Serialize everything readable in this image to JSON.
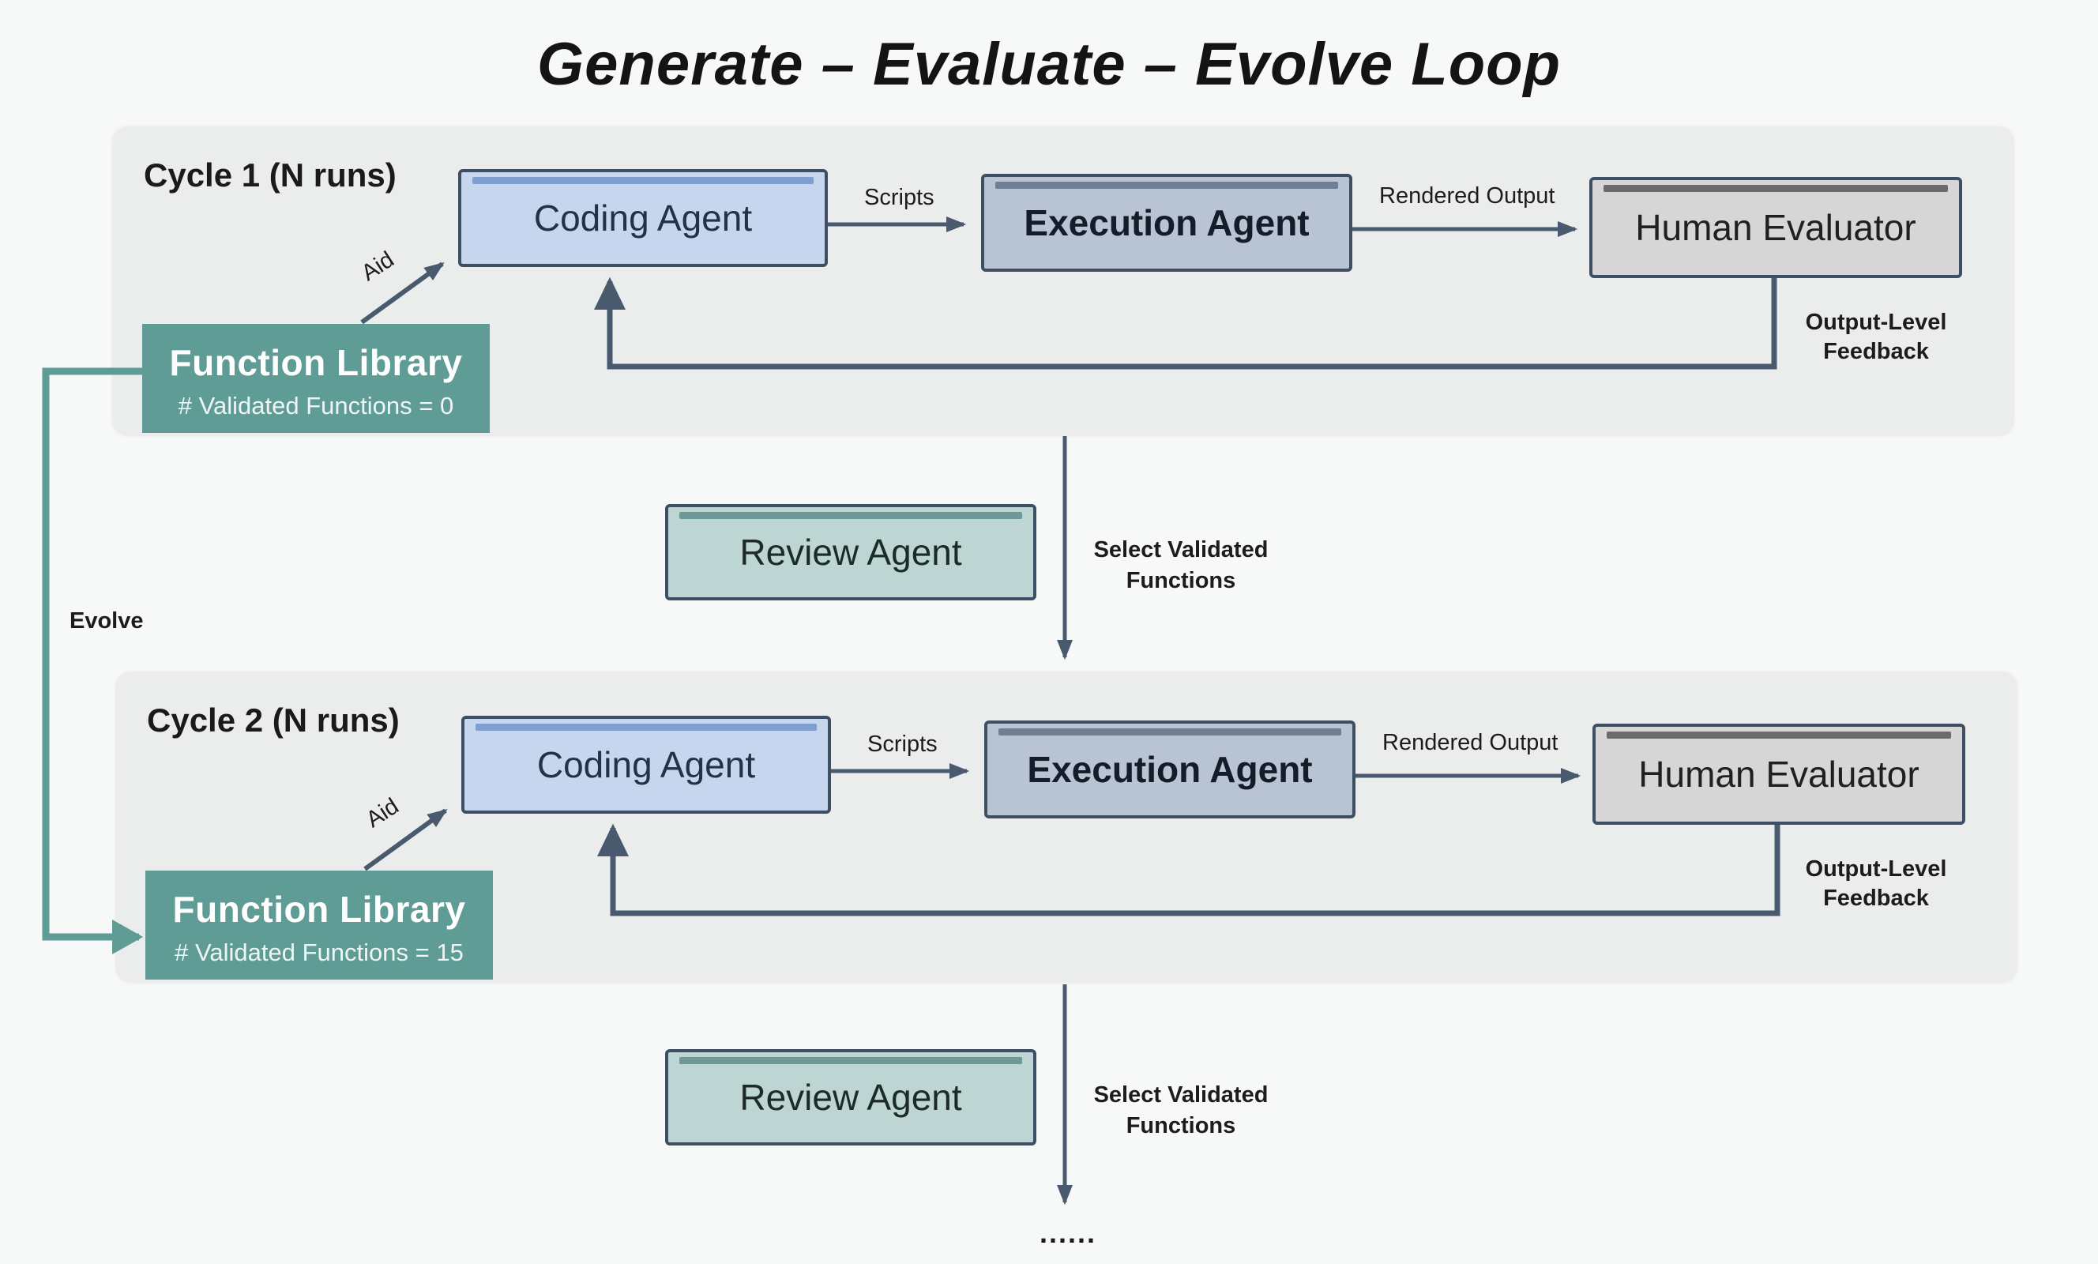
{
  "title": "Generate – Evaluate – Evolve Loop",
  "cycles": [
    {
      "label": "Cycle 1 (N runs)",
      "coding_agent": "Coding Agent",
      "execution_agent": "Execution Agent",
      "human_evaluator": "Human Evaluator",
      "scripts_label": "Scripts",
      "rendered_output_label": "Rendered Output",
      "feedback_label_line1": "Output-Level",
      "feedback_label_line2": "Feedback",
      "aid_label": "Aid",
      "function_library": "Function Library",
      "validated_functions": "# Validated Functions = 0"
    },
    {
      "label": "Cycle 2 (N runs)",
      "coding_agent": "Coding Agent",
      "execution_agent": "Execution Agent",
      "human_evaluator": "Human Evaluator",
      "scripts_label": "Scripts",
      "rendered_output_label": "Rendered Output",
      "feedback_label_line1": "Output-Level",
      "feedback_label_line2": "Feedback",
      "aid_label": "Aid",
      "function_library": "Function Library",
      "validated_functions": "# Validated Functions = 15"
    }
  ],
  "reviews": [
    {
      "agent": "Review Agent",
      "select_line1": "Select Validated",
      "select_line2": "Functions"
    },
    {
      "agent": "Review Agent",
      "select_line1": "Select Validated",
      "select_line2": "Functions"
    }
  ],
  "evolve_label": "Evolve",
  "continuation": "......",
  "colors": {
    "arrow": "#4a5a6e",
    "evolve_arrow": "#5f9c96",
    "function_library": "#5f9c96",
    "coding_agent": "#c6d6ee",
    "execution_agent": "#b8c4d3",
    "human_evaluator": "#d6d6d6",
    "review_agent": "#bdd6d4"
  }
}
